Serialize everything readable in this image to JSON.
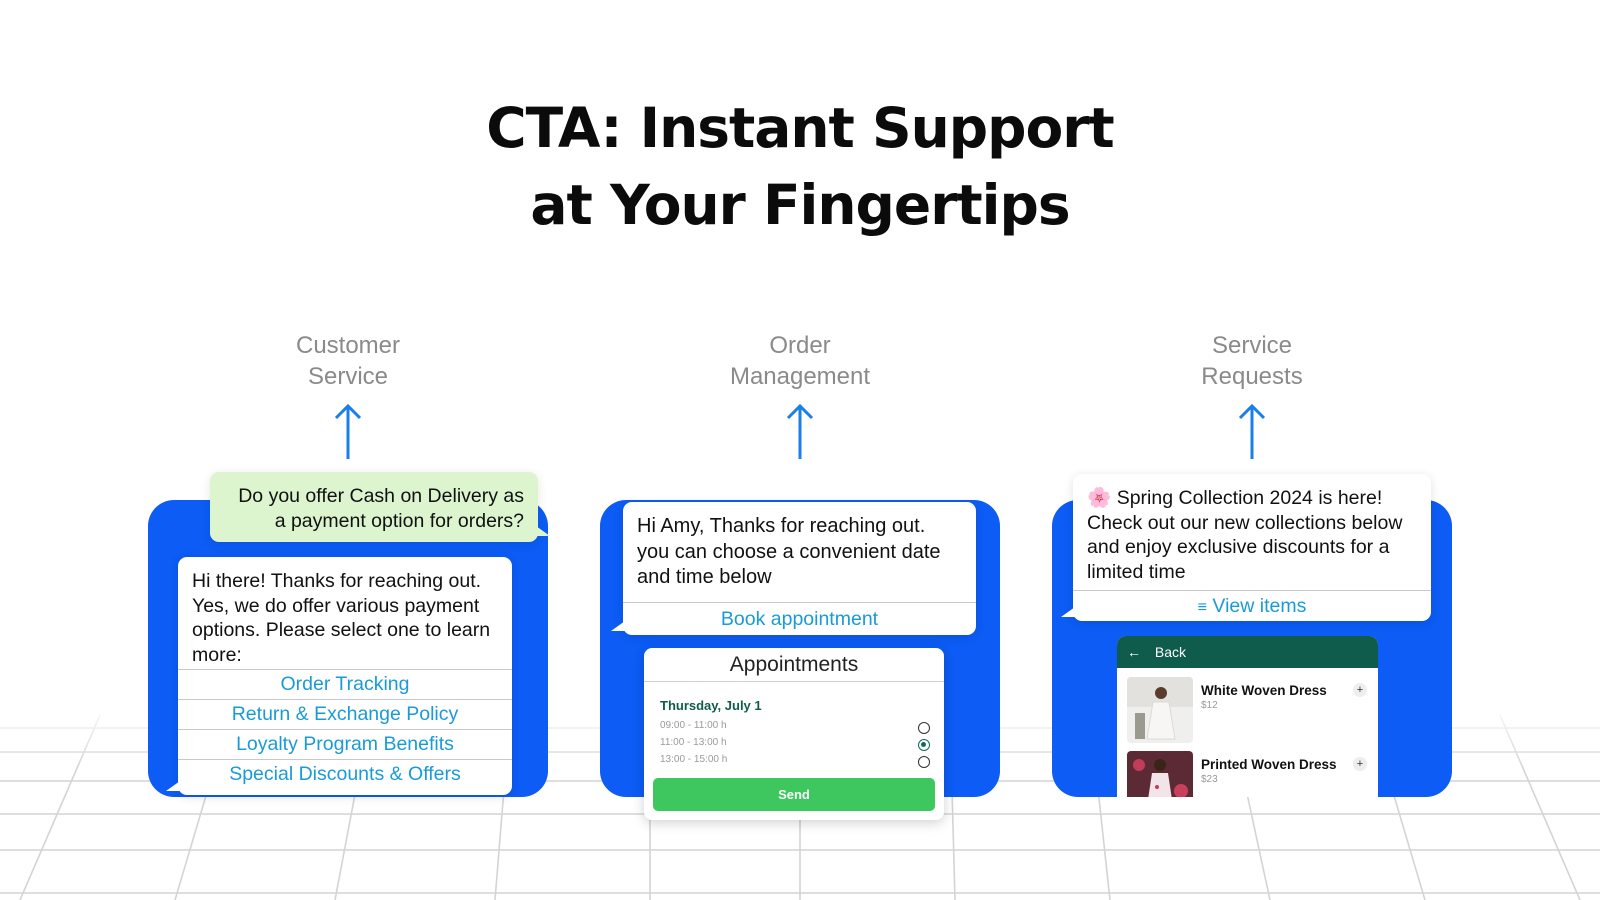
{
  "headline": {
    "line1": "CTA: Instant Support",
    "line2": "at Your Fingertips"
  },
  "columns": [
    {
      "label_line1": "Customer",
      "label_line2": "Service"
    },
    {
      "label_line1": "Order",
      "label_line2": "Management"
    },
    {
      "label_line1": "Service",
      "label_line2": "Requests"
    }
  ],
  "customer_service": {
    "user_message": "Do you offer Cash on Delivery as\na payment option for orders?",
    "bot_message": "Hi there! Thanks for reaching out.\nYes, we do offer various payment\noptions. Please select one to learn\nmore:",
    "buttons": [
      "Order Tracking",
      "Return & Exchange Policy",
      "Loyalty Program Benefits",
      "Special Discounts & Offers"
    ]
  },
  "order_management": {
    "bot_message": "Hi Amy, Thanks for reaching out.\nyou can choose a convenient date\nand time below",
    "button": "Book appointment",
    "appointments": {
      "title": "Appointments",
      "date": "Thursday, July 1",
      "slots": [
        {
          "time": "09:00 - 11:00 h",
          "selected": false
        },
        {
          "time": "11:00 - 13:00 h",
          "selected": true
        },
        {
          "time": "13:00 - 15:00 h",
          "selected": false
        }
      ],
      "send_label": "Send"
    }
  },
  "service_requests": {
    "bot_message": "🌸 Spring Collection 2024 is here!\nCheck out our new collections below\nand enjoy exclusive discounts for a\nlimited time",
    "button_icon": "list-icon",
    "button": "View items",
    "catalog": {
      "back_icon": "back-arrow-icon",
      "back_label": "Back",
      "items": [
        {
          "name": "White Woven Dress",
          "price": "$12"
        },
        {
          "name": "Printed Woven Dress",
          "price": "$23"
        }
      ]
    }
  },
  "colors": {
    "panel_blue": "#0c5cf5",
    "arrow_blue": "#1a7fe8",
    "link_blue": "#1a9bd6",
    "user_bubble": "#dcf5cf",
    "whatsapp_green": "#0f5c4c",
    "send_green": "#3dc75e"
  }
}
